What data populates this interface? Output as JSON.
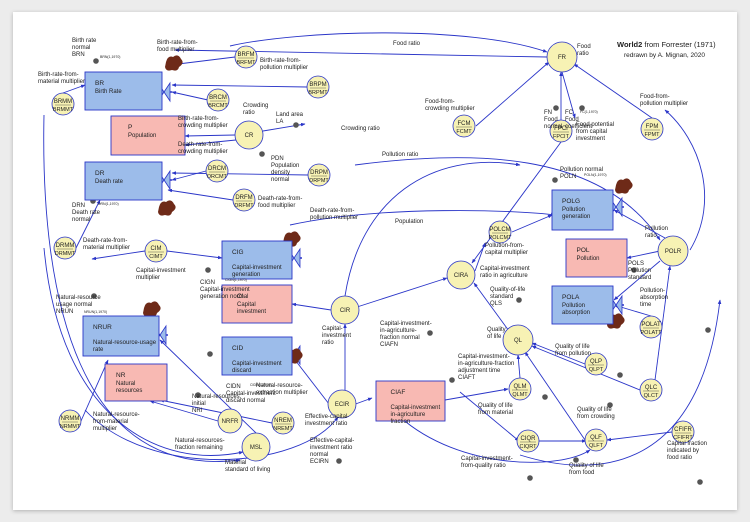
{
  "header": {
    "title": "World2",
    "from": " from Forrester (1971)",
    "redrawn": "redrawn by A. Mignan, 2020"
  },
  "stocks": [
    {
      "id": "BR",
      "label": "BR",
      "sub": "Birth Rate",
      "kind": "rate"
    },
    {
      "id": "DR",
      "label": "DR",
      "sub": "Death rate",
      "kind": "rate"
    },
    {
      "id": "P",
      "label": "P",
      "sub": "Population",
      "kind": "level"
    },
    {
      "id": "CIG",
      "label": "CIG",
      "sub": "Capital-investment generation",
      "kind": "rate"
    },
    {
      "id": "CI",
      "label": "CI",
      "sub": "Capital investment",
      "kind": "level"
    },
    {
      "id": "CID",
      "label": "CID",
      "sub": "Capital-investment discard",
      "kind": "rate"
    },
    {
      "id": "NRUR",
      "label": "NRUR",
      "sub": "Natural-resource-usage rate",
      "kind": "rate"
    },
    {
      "id": "NR",
      "label": "NR",
      "sub": "Natural resources",
      "kind": "level"
    },
    {
      "id": "CIAF",
      "label": "CIAF",
      "sub": "Capital-investment in-agriculture fraction",
      "kind": "level"
    },
    {
      "id": "POLG",
      "label": "POLG",
      "sub": "Pollution generation",
      "kind": "rate"
    },
    {
      "id": "POL",
      "label": "POL",
      "sub": "Pollution",
      "kind": "level"
    },
    {
      "id": "POLA",
      "label": "POLA",
      "sub": "Pollution absorption",
      "kind": "rate"
    }
  ],
  "auxiliaries": [
    {
      "id": "BRFM",
      "top": "BRFM",
      "bottom": "BRFMT"
    },
    {
      "id": "BRCM",
      "top": "BRCM",
      "bottom": "BRCMT"
    },
    {
      "id": "BRPM",
      "top": "BRPM",
      "bottom": "BRPMT"
    },
    {
      "id": "BRMM",
      "top": "BRMM",
      "bottom": "BRMMT"
    },
    {
      "id": "CR",
      "top": "CR",
      "bottom": ""
    },
    {
      "id": "DRCM",
      "top": "DRCM",
      "bottom": "DRCMT"
    },
    {
      "id": "DRFM",
      "top": "DRFM",
      "bottom": "DRFMT"
    },
    {
      "id": "DRPM",
      "top": "DRPM",
      "bottom": "DRPMT"
    },
    {
      "id": "DRMM",
      "top": "DRMM",
      "bottom": "DRMMT"
    },
    {
      "id": "CIM",
      "top": "CIM",
      "bottom": "CIMT"
    },
    {
      "id": "CIR",
      "top": "CIR",
      "bottom": ""
    },
    {
      "id": "CIRA",
      "top": "CIRA",
      "bottom": ""
    },
    {
      "id": "ECIR",
      "top": "ECIR",
      "bottom": ""
    },
    {
      "id": "NREM",
      "top": "NREM",
      "bottom": "NREMT"
    },
    {
      "id": "NRFR",
      "top": "NRFR",
      "bottom": ""
    },
    {
      "id": "NRMM",
      "top": "NRMM",
      "bottom": "NRMMT"
    },
    {
      "id": "MSL",
      "top": "MSL",
      "bottom": ""
    },
    {
      "id": "FR",
      "top": "FR",
      "bottom": ""
    },
    {
      "id": "FCM",
      "top": "FCM",
      "bottom": "FCMT"
    },
    {
      "id": "FPCI",
      "top": "FPCI",
      "bottom": "FPCIT"
    },
    {
      "id": "FPM",
      "top": "FPM",
      "bottom": "FPMT"
    },
    {
      "id": "POLCM",
      "top": "POLCM",
      "bottom": "POLCMT"
    },
    {
      "id": "POLR",
      "top": "POLR",
      "bottom": ""
    },
    {
      "id": "POLAT",
      "top": "POLAT",
      "bottom": "POLATT"
    },
    {
      "id": "QL",
      "top": "QL",
      "bottom": ""
    },
    {
      "id": "QLP",
      "top": "QLP",
      "bottom": "QLPT"
    },
    {
      "id": "QLC",
      "top": "QLC",
      "bottom": "QLCT"
    },
    {
      "id": "QLM",
      "top": "QLM",
      "bottom": "QLMT"
    },
    {
      "id": "QLF",
      "top": "QLF",
      "bottom": "QLFT"
    },
    {
      "id": "CIQR",
      "top": "CIQR",
      "bottom": "CIQRT"
    },
    {
      "id": "CFIFR",
      "top": "CFIFR",
      "bottom": "CFIFRT"
    }
  ],
  "labels": [
    {
      "id": "brfm",
      "text": "Birth-rate-from-\nfood multiplier"
    },
    {
      "id": "brn",
      "text": "Birth rate\nnormal\nBRN"
    },
    {
      "id": "brn_t",
      "text": "BRN(1,1970)"
    },
    {
      "id": "brmm",
      "text": "Birth-rate-from-\nmaterial multiplier"
    },
    {
      "id": "brpm",
      "text": "Birth-rate-from-\npollution multiplier"
    },
    {
      "id": "brcm",
      "text": "Birth-rate-from-\ncrowding multiplier"
    },
    {
      "id": "crowd",
      "text": "Crowding\nratio"
    },
    {
      "id": "la",
      "text": "Land area\nLA"
    },
    {
      "id": "drcm",
      "text": "Death-rate-from-\ncrowding multiplier"
    },
    {
      "id": "pdn",
      "text": "PDN\nPopulation\ndensity\nnormal"
    },
    {
      "id": "drfm",
      "text": "Death-rate-from-\nfood multiplier"
    },
    {
      "id": "drpm",
      "text": "Death-rate-from-\npollution multiplier"
    },
    {
      "id": "drn",
      "text": "DRN\nDeath rate\nnormal"
    },
    {
      "id": "drn_t",
      "text": "DRN(1,1970)"
    },
    {
      "id": "drmm",
      "text": "Death-rate-from-\nmaterial multiplier"
    },
    {
      "id": "cim",
      "text": "Capital-investment\nmultiplier"
    },
    {
      "id": "cign",
      "text": "CIGN\nCapital-investment\ngeneration normal"
    },
    {
      "id": "cign_t",
      "text": "CIGN(1,1970)"
    },
    {
      "id": "nrun",
      "text": "Natural-resource\nusage normal\nNRUN"
    },
    {
      "id": "nrun_t",
      "text": "NRUN(1,1970)"
    },
    {
      "id": "cir",
      "text": "Capital-\ninvestment\nratio"
    },
    {
      "id": "cidn",
      "text": "CIDN\nCapital-investment\ndiscard normal"
    },
    {
      "id": "cidn_t",
      "text": "CIDN(1,1970)"
    },
    {
      "id": "nrem",
      "text": "Natural-resource-\nextraction multiplier"
    },
    {
      "id": "nri",
      "text": "Natural-resources,\ninitial\nNRI"
    },
    {
      "id": "nrmm",
      "text": "Natural-resource-\nfrom-material\nmultiplier"
    },
    {
      "id": "nrfr",
      "text": "Natural-resources-\nfraction remaining"
    },
    {
      "id": "msl",
      "text": "Material\nstandard of living"
    },
    {
      "id": "ecir",
      "text": "Effective-capital-\ninvestment ratio"
    },
    {
      "id": "ecirn",
      "text": "Effective-capital-\ninvestment ratio\nnormal\nECIRN"
    },
    {
      "id": "food",
      "text": "Food ratio"
    },
    {
      "id": "fr",
      "text": "Food\nratio"
    },
    {
      "id": "fcm",
      "text": "Food-from-\ncrowding multiplier"
    },
    {
      "id": "fn",
      "text": "FN\nFood\nnormal"
    },
    {
      "id": "fc",
      "text": "FC\nFood\ncoefficient"
    },
    {
      "id": "fc_t",
      "text": "FC(1,1970)"
    },
    {
      "id": "fpm",
      "text": "Food-from-\npollution multiplier"
    },
    {
      "id": "fpci",
      "text": "Food potential\nfrom capital\ninvestment"
    },
    {
      "id": "crowd2",
      "text": "Crowding ratio"
    },
    {
      "id": "polratio",
      "text": "Pollution ratio"
    },
    {
      "id": "poln",
      "text": "Pollution normal\nPOLN"
    },
    {
      "id": "poln_t",
      "text": "POLN(1,1970)"
    },
    {
      "id": "pop",
      "text": "Population"
    },
    {
      "id": "polcm",
      "text": "Pollution-from-\ncapital multiplier"
    },
    {
      "id": "polr",
      "text": "Pollution\nratio"
    },
    {
      "id": "pols",
      "text": "POLS\nPollution\nstandard"
    },
    {
      "id": "polat",
      "text": "Pollution-\nabsorption\ntime"
    },
    {
      "id": "cira",
      "text": "Capital-investment\nratio in agriculture"
    },
    {
      "id": "ciafn",
      "text": "Capital-investment-\nin-agriculture-\nfraction normal\nCIAFN"
    },
    {
      "id": "ciaft",
      "text": "Capital-investment-\nin-agriculture-fraction\nadjustment time\nCIAFT"
    },
    {
      "id": "qls",
      "text": "Quality-of-life\nstandard\nQLS"
    },
    {
      "id": "ql",
      "text": "Quality\nof life"
    },
    {
      "id": "qlp",
      "text": "Quality of life\nfrom pollution"
    },
    {
      "id": "qlc",
      "text": "Quality of life\nfrom crowding"
    },
    {
      "id": "qlm",
      "text": "Quality of life\nfrom material"
    },
    {
      "id": "qlf",
      "text": "Quality of life\nfrom food"
    },
    {
      "id": "ciqr",
      "text": "Capital-investment-\nfrom-quality ratio"
    },
    {
      "id": "cfifr",
      "text": "Capital fraction\nindicated by\nfood ratio"
    }
  ],
  "colors": {
    "rate": "#9cbcea",
    "level": "#f8b9b3",
    "aux": "#f7f2b4",
    "edge": "#2a35c8",
    "source": "#6e2a18"
  }
}
